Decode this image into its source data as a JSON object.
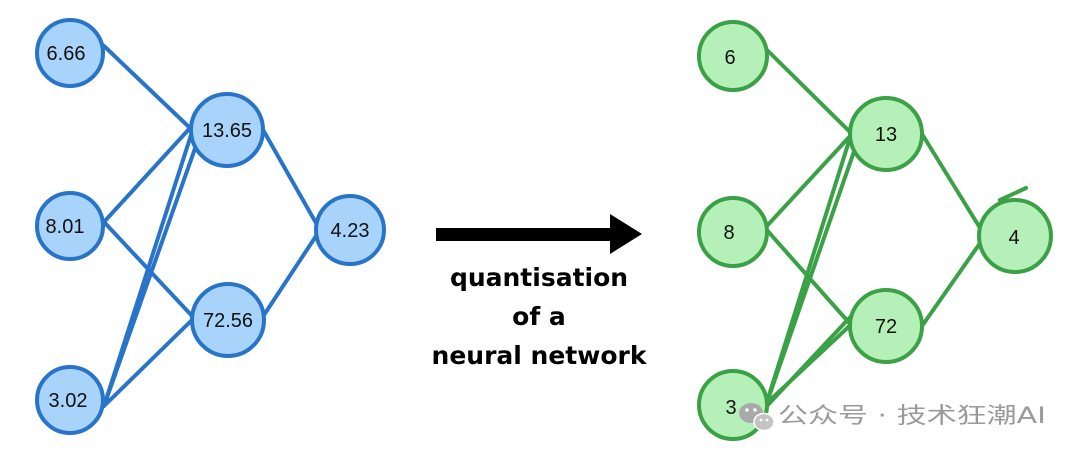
{
  "original_network": {
    "color_stroke": "#2874c9",
    "color_fill": "#a8d4fb",
    "inputs": [
      "6.66",
      "8.01",
      "3.02"
    ],
    "hidden": [
      "13.65",
      "72.56"
    ],
    "output": "4.23"
  },
  "quantised_network": {
    "color_stroke": "#3aa146",
    "color_fill": "#b6f0b9",
    "inputs": [
      "6",
      "8",
      "3"
    ],
    "hidden": [
      "13",
      "72"
    ],
    "output": "4"
  },
  "arrow": {
    "icon": "right-arrow-icon",
    "color": "#000000"
  },
  "caption": {
    "line1": "quantisation",
    "line2": "of a",
    "line3": "neural network"
  },
  "watermark": {
    "icon": "wechat-icon",
    "text": "公众号 · 技术狂潮AI"
  }
}
